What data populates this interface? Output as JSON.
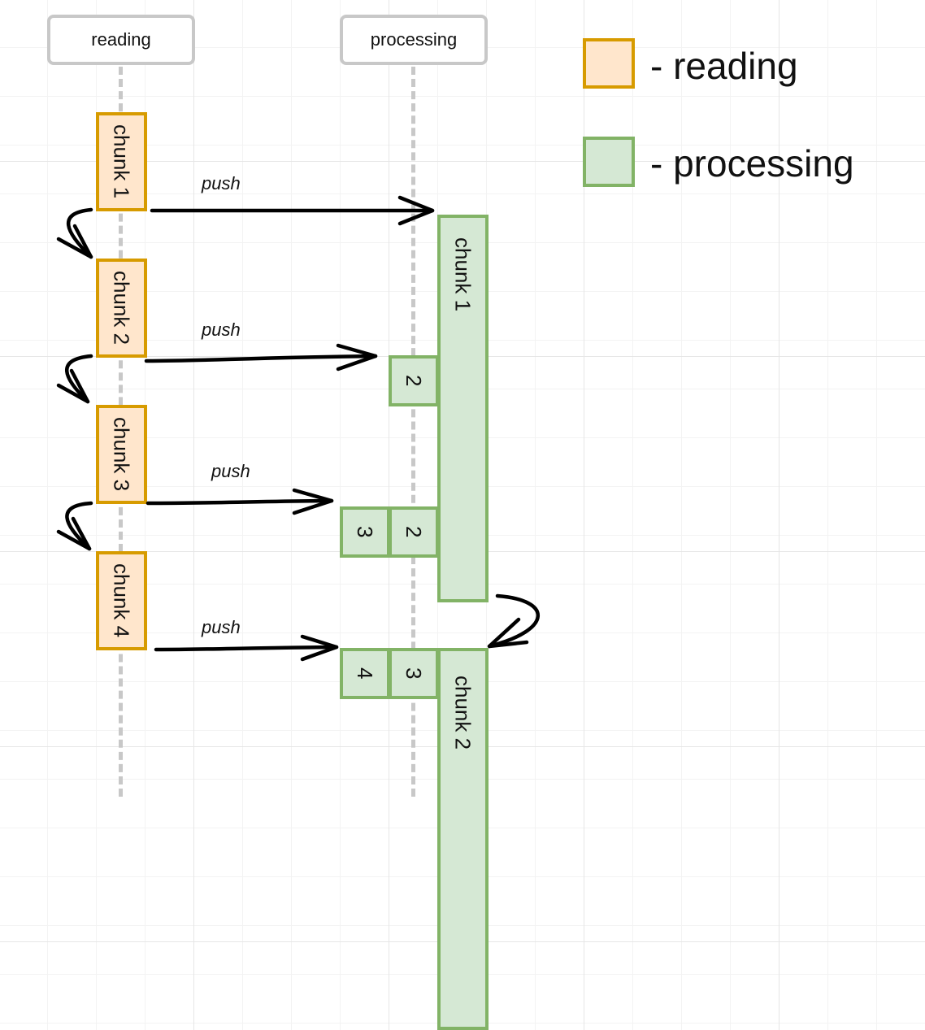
{
  "lanes": {
    "reading": "reading",
    "processing": "processing"
  },
  "reading_chunks": [
    "chunk 1",
    "chunk 2",
    "chunk 3",
    "chunk 4"
  ],
  "processing": {
    "active_1": "chunk 1",
    "active_2": "chunk 2",
    "queue_row_1": [
      "2"
    ],
    "queue_row_2": [
      "3",
      "2"
    ],
    "queue_row_3": [
      "4",
      "3"
    ]
  },
  "push_labels": [
    "push",
    "push",
    "push",
    "push"
  ],
  "legend": {
    "reading": "- reading",
    "processing": "- processing"
  },
  "colors": {
    "reading_fill": "#ffe6cc",
    "reading_stroke": "#d79b00",
    "processing_fill": "#d5e8d4",
    "processing_stroke": "#82b366"
  }
}
